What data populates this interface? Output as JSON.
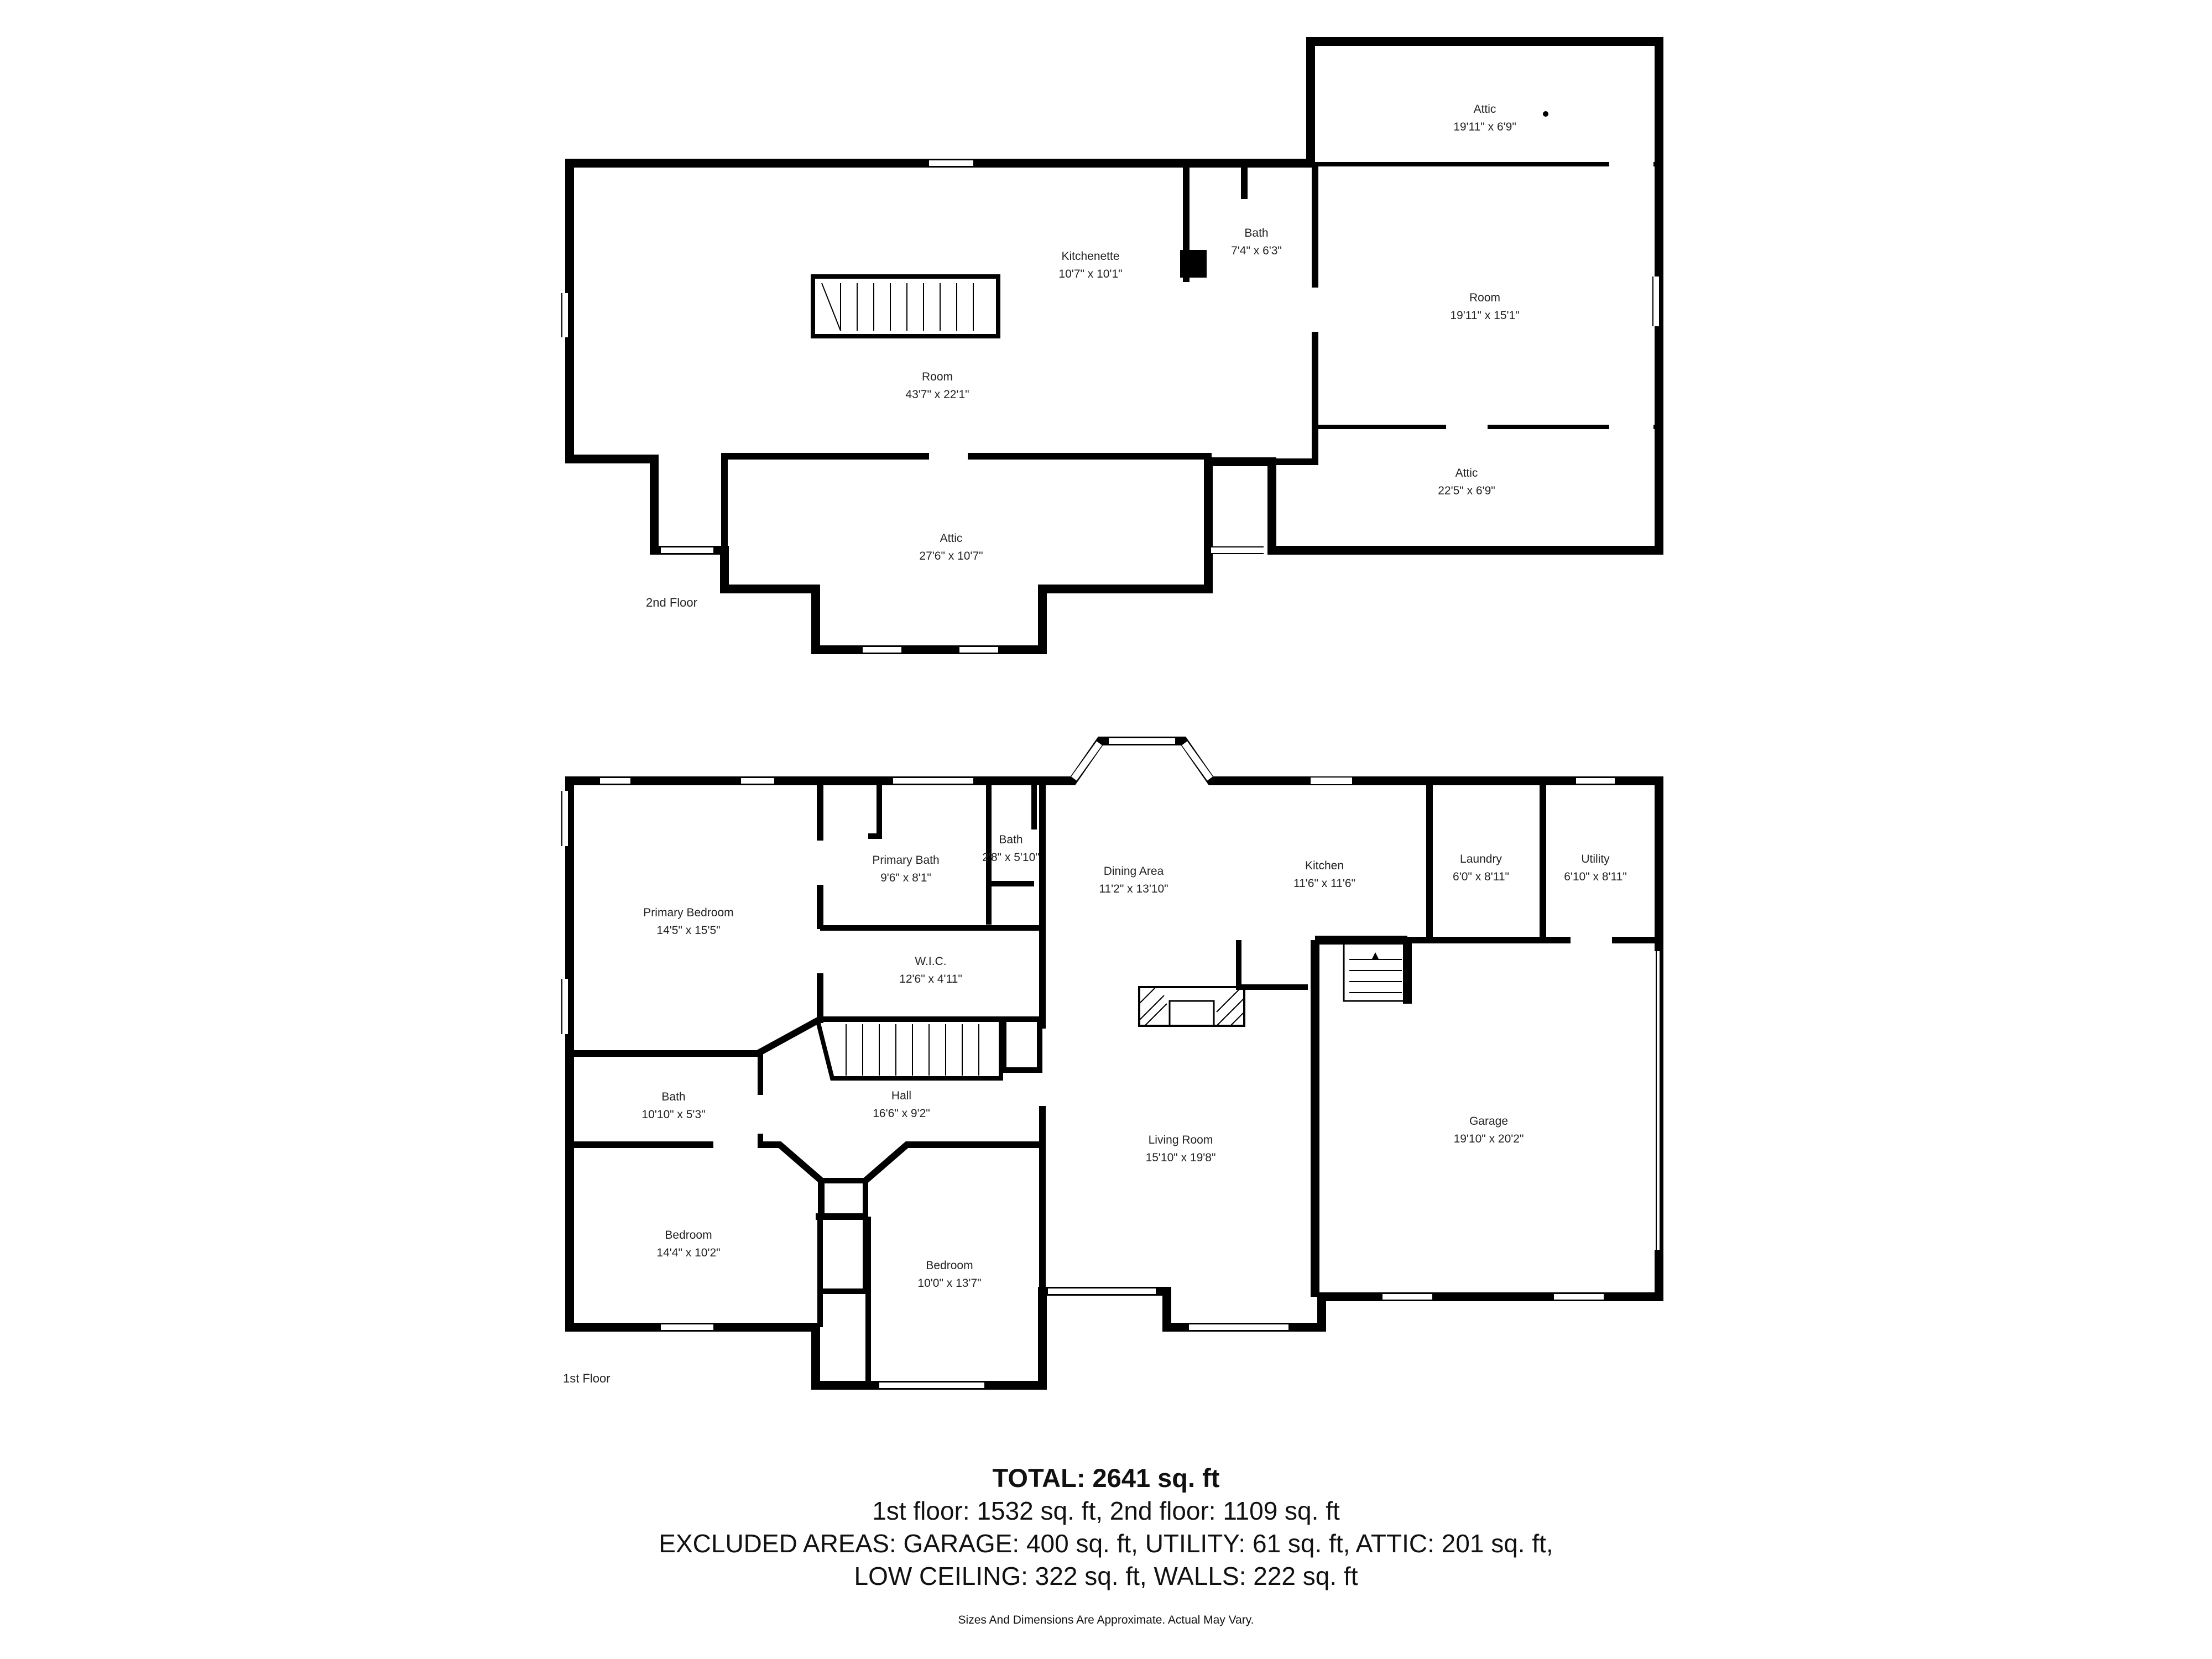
{
  "second_floor": {
    "label": "2nd Floor",
    "rooms": [
      {
        "name": "Attic",
        "dims": "19'11\" x 6'9\""
      },
      {
        "name": "Kitchenette",
        "dims": "10'7\" x 10'1\""
      },
      {
        "name": "Bath",
        "dims": "7'4\" x 6'3\""
      },
      {
        "name": "Room",
        "dims": "19'11\" x 15'1\""
      },
      {
        "name": "Room",
        "dims": "43'7\" x 22'1\""
      },
      {
        "name": "Attic",
        "dims": "22'5\" x 6'9\""
      },
      {
        "name": "Attic",
        "dims": "27'6\" x 10'7\""
      }
    ]
  },
  "first_floor": {
    "label": "1st Floor",
    "rooms": [
      {
        "name": "Primary Bath",
        "dims": "9'6\" x 8'1\""
      },
      {
        "name": "Bath",
        "dims": "2'8\" x 5'10\""
      },
      {
        "name": "Dining Area",
        "dims": "11'2\" x 13'10\""
      },
      {
        "name": "Kitchen",
        "dims": "11'6\" x 11'6\""
      },
      {
        "name": "Laundry",
        "dims": "6'0\" x 8'11\""
      },
      {
        "name": "Utility",
        "dims": "6'10\" x 8'11\""
      },
      {
        "name": "Primary Bedroom",
        "dims": "14'5\" x 15'5\""
      },
      {
        "name": "W.I.C.",
        "dims": "12'6\" x 4'11\""
      },
      {
        "name": "Bath",
        "dims": "10'10\" x 5'3\""
      },
      {
        "name": "Hall",
        "dims": "16'6\" x 9'2\""
      },
      {
        "name": "Living Room",
        "dims": "15'10\" x 19'8\""
      },
      {
        "name": "Garage",
        "dims": "19'10\" x 20'2\""
      },
      {
        "name": "Bedroom",
        "dims": "14'4\" x 10'2\""
      },
      {
        "name": "Bedroom",
        "dims": "10'0\" x 13'7\""
      }
    ]
  },
  "summary": {
    "total": "TOTAL: 2641 sq. ft",
    "line1": "1st floor: 1532 sq. ft, 2nd floor: 1109 sq. ft",
    "line2": "EXCLUDED AREAS: GARAGE: 400 sq. ft, UTILITY: 61 sq. ft, ATTIC: 201 sq. ft,",
    "line3": "LOW CEILING: 322 sq. ft, WALLS: 222 sq. ft",
    "disclaimer": "Sizes And Dimensions Are Approximate. Actual May Vary."
  }
}
